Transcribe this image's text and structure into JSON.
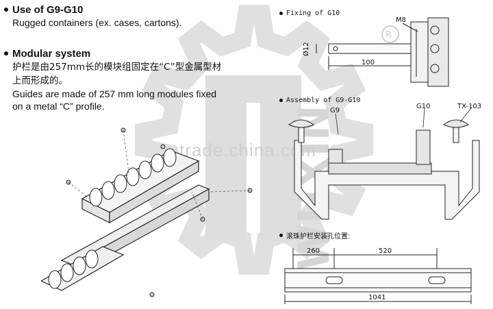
{
  "left_panel": {
    "use_title": "Use of  G9-G10",
    "use_desc": "Rugged containers (ex. cases, cartons).",
    "modular_title": "Modular system",
    "modular_cn_1": "护栏是由257mm长的模块组固定在“C”型金属型材",
    "modular_cn_2": "上而形成的。",
    "modular_en_1": "Guides are made of 257 mm long modules fixed",
    "modular_en_2": "on a metal “C” profile."
  },
  "watermark": {
    "site": "trade.china.com",
    "brand": "WUXIN"
  },
  "fixing": {
    "title": "Fixing of G10",
    "m8": "M8",
    "dia": "Ø12",
    "len": "100"
  },
  "assembly": {
    "title": "Assembly of G9-G10",
    "g9": "G9",
    "g10": "G10",
    "tx": "TX-103"
  },
  "holes": {
    "title": "滚珠护栏安装孔位置:",
    "d1": "260",
    "d2": "520",
    "total": "1041"
  },
  "colors": {
    "watermark": "#dcdcdc",
    "line": "#222222"
  }
}
